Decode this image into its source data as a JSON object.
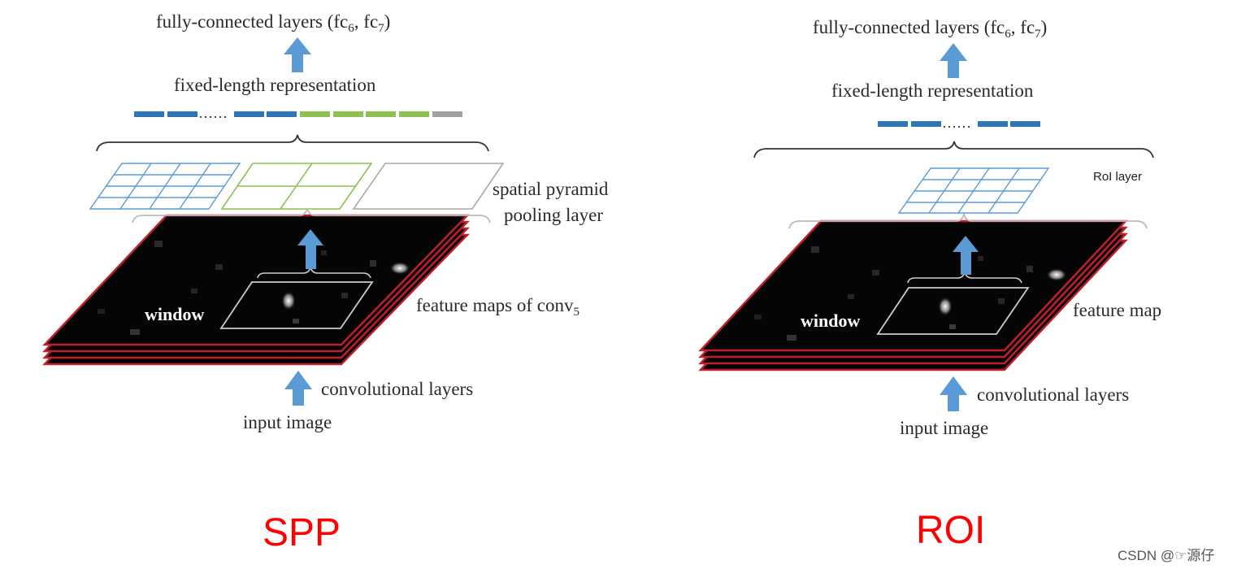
{
  "colors": {
    "panel_label": "#ff0000",
    "arrow": "#5b9bd5",
    "blue_bin": "#2e75b6",
    "green_bin": "#8cc152",
    "gray_bin": "#a0a0a0",
    "blue_grid": "#5b9bd5",
    "green_grid": "#8cc152",
    "gray_grid": "#a9a9a9",
    "feature_map": "#050505",
    "feature_map_edge": "#c0202a"
  },
  "spp": {
    "top_label_main": "fully-connected layers (fc",
    "top_label_sub1": "6",
    "top_label_mid": ", fc",
    "top_label_sub2": "7",
    "top_label_end": ")",
    "fixed_label": "fixed-length representation",
    "bins_dots": "……",
    "spp_label_line1": "spatial pyramid",
    "spp_label_line2": "pooling layer",
    "window_label": "window",
    "feature_label_main": "feature maps of conv",
    "feature_label_sub": "5",
    "conv_label": "convolutional layers",
    "input_label": "input image",
    "panel_label": "SPP"
  },
  "roi": {
    "top_label_main": "fully-connected layers (fc",
    "top_label_sub1": "6",
    "top_label_mid": ", fc",
    "top_label_sub2": "7",
    "top_label_end": ")",
    "fixed_label": "fixed-length representation",
    "bins_dots": "……",
    "roi_layer_label": "RoI layer",
    "window_label": "window",
    "feature_label": "feature map",
    "conv_label": "convolutional layers",
    "input_label": "input image",
    "panel_label": "ROI"
  },
  "watermark": "CSDN @☞源仔"
}
